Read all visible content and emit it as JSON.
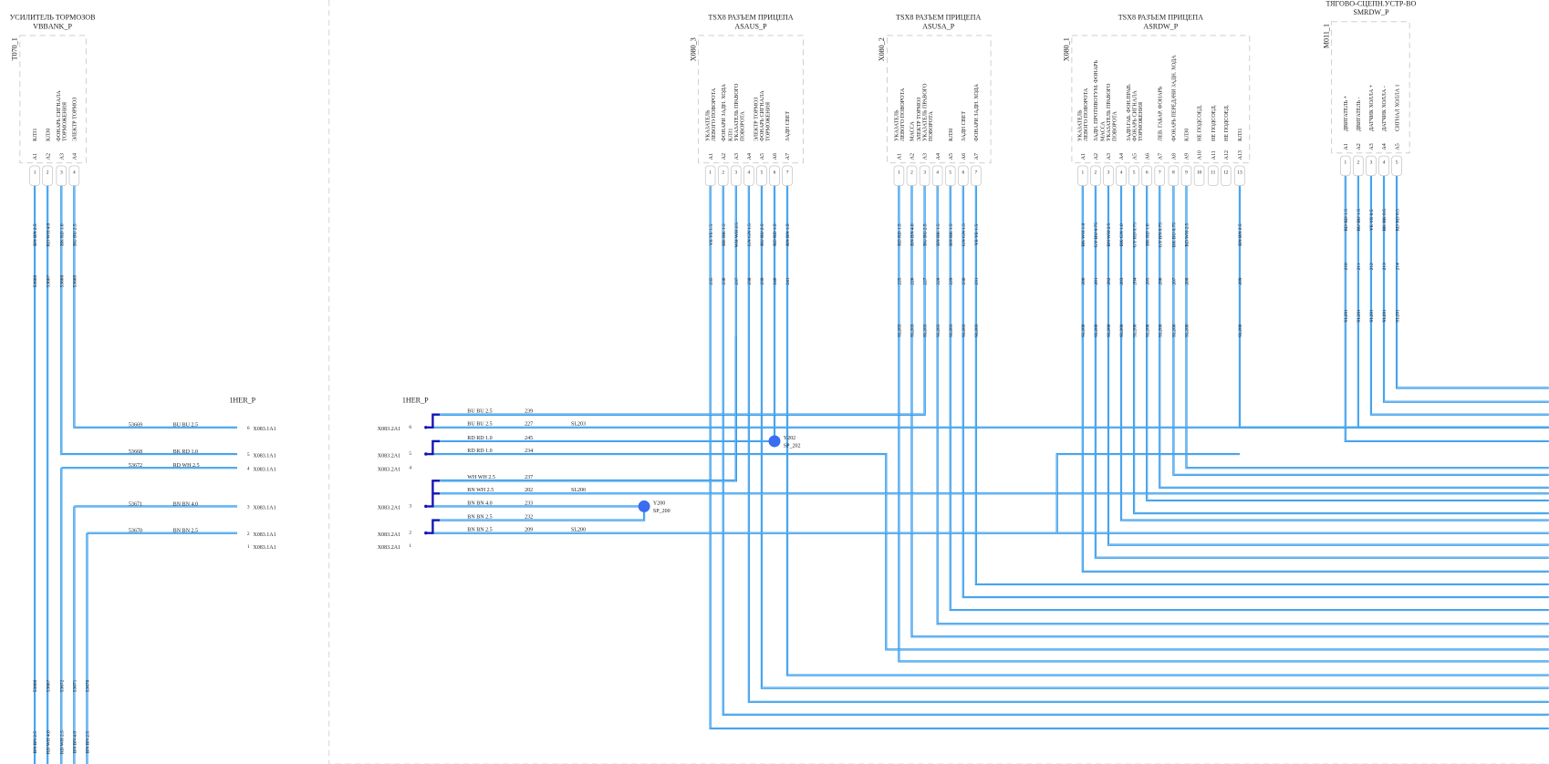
{
  "colors": {
    "wire": "#1f8fe6",
    "bracket": "#1515b5",
    "splice": "#3a6df0",
    "border": "#c8c8c8"
  },
  "connectors": [
    {
      "id": "T070_1",
      "title": "УСИЛИТЕЛЬ ТОРМОЗОВ",
      "subtitle": "VBBANK_P",
      "pins": [
        "A1",
        "A2",
        "A3",
        "A4"
      ],
      "pin_numbers": [
        "1",
        "2",
        "3",
        "4"
      ],
      "functions": [
        "КЛ31",
        "КЛ30",
        "ФОНАРЬ СИГНАЛА|ТОРМОЖЕНИЯ",
        "ЭЛЕКТР ТОРМОЗ"
      ],
      "wire_colors": [
        "BN BN 2.5",
        "RD WH 4.0",
        "BK RD 1.0",
        "BU BU 2.5"
      ],
      "wire_numbers": [
        "53666",
        "53667",
        "53668",
        "53669"
      ],
      "wire_sl": []
    },
    {
      "id": "X080_3",
      "title": "TSX8 РАЗЪЕМ ПРИЦЕПА",
      "subtitle": "ASAUS_P",
      "pins": [
        "A1",
        "A2",
        "A3",
        "A4",
        "A5",
        "A6",
        "A7"
      ],
      "pin_numbers": [
        "1",
        "2",
        "3",
        "4",
        "5",
        "6",
        "7"
      ],
      "functions": [
        "УКАЗАТЕЛЬ|ЛЕВОГО ПОВОРОТА",
        "ФОНАРИ ЗАДН. ХОДА",
        "КЛ31|УКАЗАТЕЛЬ ПРАВОГО|ПОВОРОТА",
        "",
        "ЭЛЕКТР ТОРМОЗ|ФОНАРЬ СИГНАЛА|ТОРМОЖЕНИЯ",
        "",
        "ЗАДН СВЕТ"
      ],
      "wire_colors": [
        "YE YE 1.5",
        "BK BK 1.5",
        "WH WH 2.5",
        "GN GN 1.5",
        "BU BU 2.5",
        "RD RD 1.5",
        "BN BN 1.5"
      ],
      "wire_numbers": [
        "235",
        "236",
        "237",
        "238",
        "239",
        "240",
        "241"
      ],
      "wire_sl": []
    },
    {
      "id": "X080_2",
      "title": "TSX8 РАЗЪЕМ ПРИЦЕПА",
      "subtitle": "ASUSA_P",
      "pins": [
        "A1",
        "A2",
        "A3",
        "A4",
        "A5",
        "A6",
        "A7"
      ],
      "pin_numbers": [
        "1",
        "2",
        "3",
        "4",
        "5",
        "6",
        "7"
      ],
      "functions": [
        "УКАЗАТЕЛЬ|ЛЕВОГО ПОВОРОТА",
        "МАССА",
        "ЭЛЕКТР ТОРМОЗ|УКАЗАТЕЛЬ ПРАВОГО|ПОВОРОТА",
        "",
        "КЛ30",
        "ЗАДН СВЕТ",
        "ФОНАРИ ЗАДН. ХОДА"
      ],
      "wire_colors": [
        "RD RD 1.5",
        "BN BN 4.0",
        "BU BU 2.5",
        "BN BK 1.5",
        "BN BK 1.5",
        "GN GN 1.5",
        "YE YE 1.5"
      ],
      "wire_numbers": [
        "225",
        "226",
        "227",
        "228",
        "229",
        "230",
        "231"
      ],
      "wire_sl": [
        "SL203",
        "SL203",
        "SL203",
        "SL203",
        "SL203",
        "SL203",
        "SL203"
      ]
    },
    {
      "id": "X080_1",
      "title": "TSX8 РАЗЪЕМ ПРИЦЕПА",
      "subtitle": "ASRDW_P",
      "pins": [
        "A1",
        "A2",
        "A3",
        "A4",
        "A5",
        "A6",
        "A7",
        "A8",
        "A9",
        "A10",
        "A11",
        "A12",
        "A13"
      ],
      "pin_numbers": [
        "1",
        "2",
        "3",
        "4",
        "5",
        "6",
        "7",
        "8",
        "9",
        "10",
        "11",
        "12",
        "13"
      ],
      "functions": [
        "УКАЗАТЕЛЬ|ЛЕВОГО ПОВОРОТА",
        "ЗАДН. ПРОТИВОТУМ. ФОНАРЬ",
        "МАССА|УКАЗАТЕЛЬ ПРАВОГО|ПОВОРОТА",
        "",
        "ЗАДН.ГАБ. ФОН.ПРАВ.|ФОНАРЬ СИГНАЛА|ТОРМОЖЕНИЯ",
        "",
        "ЛЕВ. ГАБАР. ФОНАРЬ",
        "ФОНАРЬ ПЕРЕДАЧИ ЗАДН. ХОДА",
        "КЛ30",
        "НЕ ПОДСОЕД.",
        "НЕ ПОДСОЕД.",
        "НЕ ПОДСОЕД.",
        "КЛ31"
      ],
      "wire_colors": [
        "BK WH 1.0",
        "GY BU 0.75",
        "BN WH 2.5",
        "BK GN 1.0",
        "GY RD 0.75",
        "BK RD 1.0",
        "GY BN 0.75",
        "BK BU 0.75",
        "RD WH 2.5",
        "",
        "",
        "",
        "BN BN 2.5"
      ],
      "wire_numbers": [
        "200",
        "201",
        "202",
        "203",
        "204",
        "205",
        "206",
        "207",
        "208",
        "",
        "",
        "",
        "209"
      ],
      "wire_sl": [
        "SL200",
        "SL200",
        "SL200",
        "SL200",
        "SL200",
        "SL200",
        "SL200",
        "SL200",
        "SL200",
        "",
        "",
        "",
        "SL200"
      ]
    },
    {
      "id": "M011_1",
      "title": "ТЯГОВО-СЦЕПН.УСТР-ВО",
      "subtitle": "SMRDW_P",
      "pins": [
        "A1",
        "A2",
        "A3",
        "A4",
        "A5"
      ],
      "pin_numbers": [
        "1",
        "2",
        "3",
        "4",
        "5"
      ],
      "functions": [
        "ДВИГАТЕЛЬ +",
        "ДВИГАТЕЛЬ -",
        "ДАТЧИК ХОЛЛА +",
        "ДАТЧИК ХОЛЛА -",
        "СИГНАЛ ХОЛЛА 1"
      ],
      "wire_colors": [
        "RD RD 1.5",
        "BU BU 1.5",
        "YE YE 0.5",
        "BK BK 0.5",
        "RD RD 0.5"
      ],
      "wire_numbers": [
        "210",
        "211",
        "212",
        "213",
        "214"
      ],
      "wire_sl": [
        "SL201",
        "SL201",
        "SL201",
        "SL201",
        "SL201"
      ]
    }
  ],
  "inline_left": {
    "name": "1HER_P",
    "terminals": [
      {
        "pin": "6",
        "label": "X083.1A1",
        "wire_number": "53669",
        "wire_color": "BU BU 2.5"
      },
      {
        "pin": "5",
        "label": "X083.1A1",
        "wire_number": "53668",
        "wire_color": "BK RD 1.0"
      },
      {
        "pin": "4",
        "label": "X083.1A1",
        "wire_number": "53672",
        "wire_color": "RD WH 2.5"
      },
      {
        "pin": "3",
        "label": "X083.1A1",
        "wire_number": "53671",
        "wire_color": "BN BN 4.0"
      },
      {
        "pin": "2",
        "label": "X083.1A1",
        "wire_number": "53670",
        "wire_color": "BN BN 2.5"
      },
      {
        "pin": "1",
        "label": "X083.1A1",
        "wire_number": "",
        "wire_color": ""
      }
    ]
  },
  "inline_right": {
    "name": "1HER_P",
    "terminals": [
      {
        "pin": "6",
        "label": "X083.2A1"
      },
      {
        "pin": "5",
        "label": "X083.2A1"
      },
      {
        "pin": "4",
        "label": "X083.2A1"
      },
      {
        "pin": "3",
        "label": "X083.2A1"
      },
      {
        "pin": "2",
        "label": "X083.2A1"
      },
      {
        "pin": "1",
        "label": "X083.2A1"
      }
    ],
    "wires": [
      {
        "color": "BU BU 2.5",
        "number": "239",
        "sl": ""
      },
      {
        "color": "BU BU 2.5",
        "number": "227",
        "sl": "SL203"
      },
      {
        "color": "RD RD 1.0",
        "number": "245",
        "sl": ""
      },
      {
        "color": "RD RD 1.0",
        "number": "234",
        "sl": ""
      },
      {
        "color": "WH WH 2.5",
        "number": "237",
        "sl": ""
      },
      {
        "color": "BN WH 2.5",
        "number": "202",
        "sl": "SL200"
      },
      {
        "color": "BN BN 4.0",
        "number": "233",
        "sl": ""
      },
      {
        "color": "BN BN 2.5",
        "number": "232",
        "sl": ""
      },
      {
        "color": "BN BN 2.5",
        "number": "209",
        "sl": "SL200"
      }
    ]
  },
  "bottom_left_wires": [
    {
      "number": "53666",
      "color": "BN BN 2.5"
    },
    {
      "number": "53667",
      "color": "RD WH 4.0"
    },
    {
      "number": "53672",
      "color": "RD WH 2.5"
    },
    {
      "number": "53671",
      "color": "BN BN 4.0"
    },
    {
      "number": "53670",
      "color": "BN BN 2.5"
    }
  ],
  "splices": [
    {
      "id": "Y202",
      "name": "SP_202"
    },
    {
      "id": "Y200",
      "name": "SP_200"
    }
  ]
}
